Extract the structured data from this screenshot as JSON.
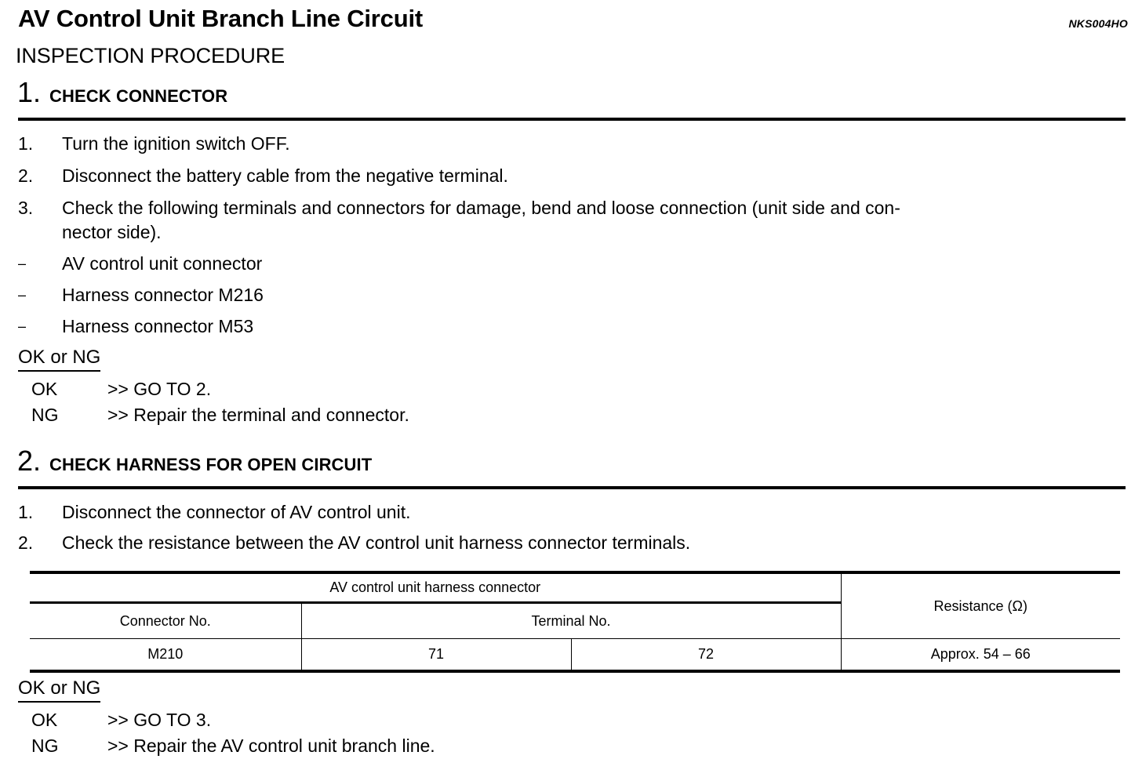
{
  "document": {
    "title": "AV Control Unit Branch Line Circuit",
    "reference_code": "NKS004HO",
    "section_heading": "INSPECTION PROCEDURE"
  },
  "steps": [
    {
      "number": "1.",
      "label": "CHECK CONNECTOR",
      "items": [
        {
          "marker": "1.",
          "text": "Turn the ignition switch OFF."
        },
        {
          "marker": "2.",
          "text": "Disconnect the battery cable from the negative terminal."
        },
        {
          "marker": "3.",
          "text": "Check the following terminals and connectors for damage, bend and loose connection (unit side and con-"
        }
      ],
      "continuation": "nector side).",
      "bullets": [
        {
          "marker": "–",
          "text": "AV control unit connector"
        },
        {
          "marker": "–",
          "text": "Harness connector M216"
        },
        {
          "marker": "–",
          "text": "Harness connector M53"
        }
      ],
      "result": {
        "title": "OK or NG",
        "rows": [
          {
            "key": "OK",
            "value": ">> GO TO 2."
          },
          {
            "key": "NG",
            "value": ">> Repair the terminal and connector."
          }
        ]
      }
    },
    {
      "number": "2.",
      "label": "CHECK HARNESS FOR OPEN CIRCUIT",
      "items": [
        {
          "marker": "1.",
          "text": "Disconnect the connector of AV control unit."
        },
        {
          "marker": "2.",
          "text": "Check the resistance between the AV control unit harness connector terminals."
        }
      ],
      "result": {
        "title": "OK or NG",
        "rows": [
          {
            "key": "OK",
            "value": ">> GO TO 3."
          },
          {
            "key": "NG",
            "value": ">> Repair the AV control unit branch line."
          }
        ]
      }
    }
  ],
  "table": {
    "group_header": "AV control unit harness connector",
    "resistance_header": "Resistance (Ω)",
    "sub_headers": {
      "connector_no": "Connector No.",
      "terminal_no": "Terminal No."
    },
    "row": {
      "connector_no": "M210",
      "terminal_a": "71",
      "terminal_b": "72",
      "resistance": "Approx. 54 – 66"
    }
  }
}
